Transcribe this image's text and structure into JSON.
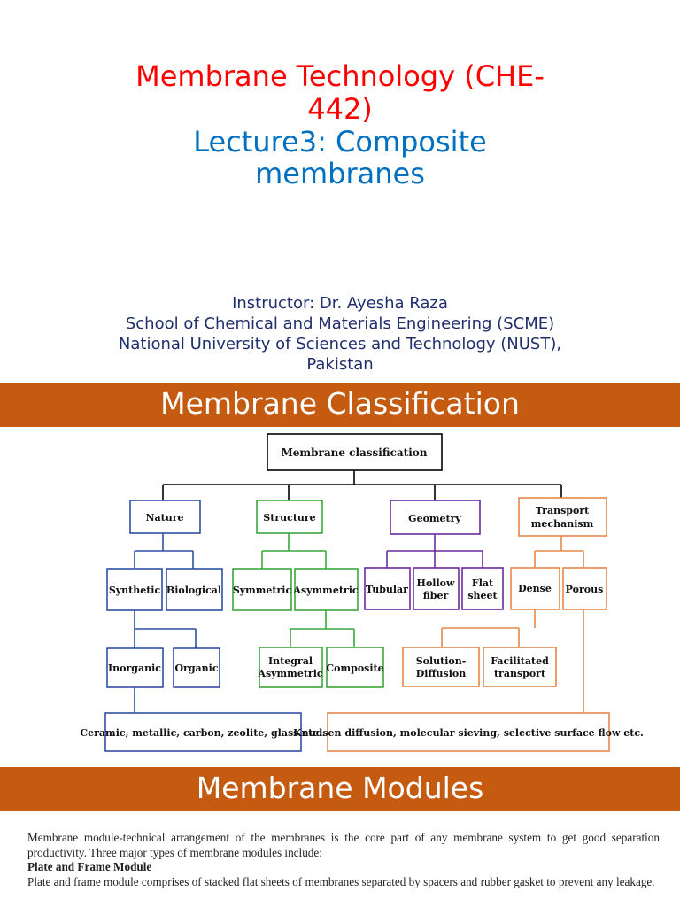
{
  "title_slide": {
    "course_title_line1": "Membrane Technology (CHE-",
    "course_title_line2": "442)",
    "lecture_title_line1": "Lecture3: Composite",
    "lecture_title_line2": "membranes",
    "instructor_lines": [
      "Instructor: Dr. Ayesha Raza",
      "School of Chemical and Materials Engineering (SCME)",
      "National University of Sciences and Technology (NUST),",
      "Pakistan"
    ]
  },
  "classification_slide": {
    "heading": "Membrane Classification",
    "diagram": {
      "root": "Membrane classification",
      "nature": "Nature",
      "structure": "Structure",
      "geometry": "Geometry",
      "transport_line1": "Transport",
      "transport_line2": "mechanism",
      "synthetic": "Synthetic",
      "biological": "Biological",
      "symmetric": "Symmetric",
      "asymmetric": "Asymmetric",
      "tubular": "Tubular",
      "hollow_line1": "Hollow",
      "hollow_line2": "fiber",
      "flat_line1": "Flat",
      "flat_line2": "sheet",
      "dense": "Dense",
      "porous": "Porous",
      "inorganic": "Inorganic",
      "organic": "Organic",
      "integral_line1": "Integral",
      "integral_line2": "Asymmetric",
      "composite": "Composite",
      "solution_line1": "Solution-",
      "solution_line2": "Diffusion",
      "facilitated_line1": "Facilitated",
      "facilitated_line2": "transport",
      "ceramic": "Ceramic, metallic, carbon, zeolite, glass etc..",
      "knudsen": "Knudsen diffusion, molecular sieving, selective surface flow etc."
    },
    "colors": {
      "nature": "#2e4fa3",
      "structure": "#3da63d",
      "geometry": "#6a2a9e",
      "transport": "#e8874a",
      "root": "#000000"
    }
  },
  "modules_slide": {
    "heading": "Membrane Modules",
    "paragraph1": "Membrane module-technical arrangement of the membranes is the core part of any membrane system to get good separation productivity. Three major types of membrane modules include:",
    "subheading": "Plate and Frame Module",
    "paragraph2": "Plate and frame module comprises of stacked flat sheets of membranes separated by spacers and rubber gasket to prevent any leakage."
  }
}
